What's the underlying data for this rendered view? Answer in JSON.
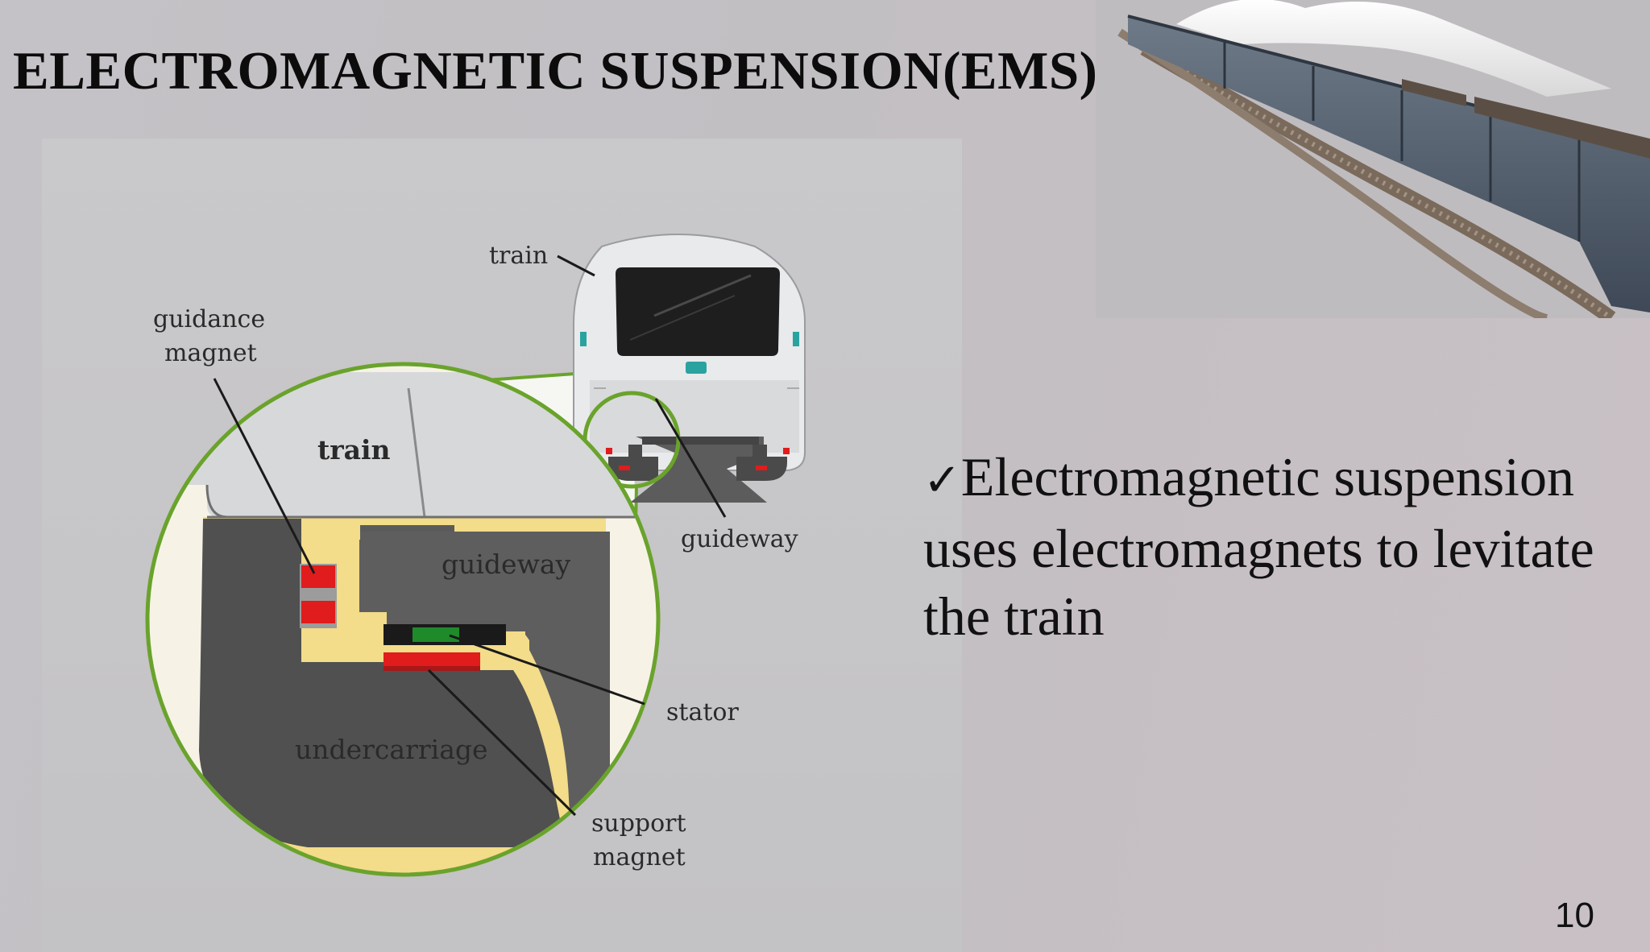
{
  "slide": {
    "title": "ELECTROMAGNETIC SUSPENSION(EMS)",
    "bullet_check": "✓",
    "bullet_text": "Electromagnetic suspension uses electromagnets to levitate the train",
    "page_number": "10"
  },
  "diagram": {
    "labels": {
      "train_top": "train",
      "guidance_magnet_line1": "guidance",
      "guidance_magnet_line2": "magnet",
      "train_inset": "train",
      "guideway_inset": "guideway",
      "guideway_outer": "guideway",
      "stator": "stator",
      "undercarriage": "undercarriage",
      "support_magnet_line1": "support",
      "support_magnet_line2": "magnet"
    }
  },
  "colors": {
    "magnet_red": "#e01c1c",
    "stator_green": "#1f8a2a",
    "inset_outline_green": "#6aa32c",
    "undercarriage_yellow": "#f3dc8a",
    "guideway_gray": "#5c5c5c"
  }
}
